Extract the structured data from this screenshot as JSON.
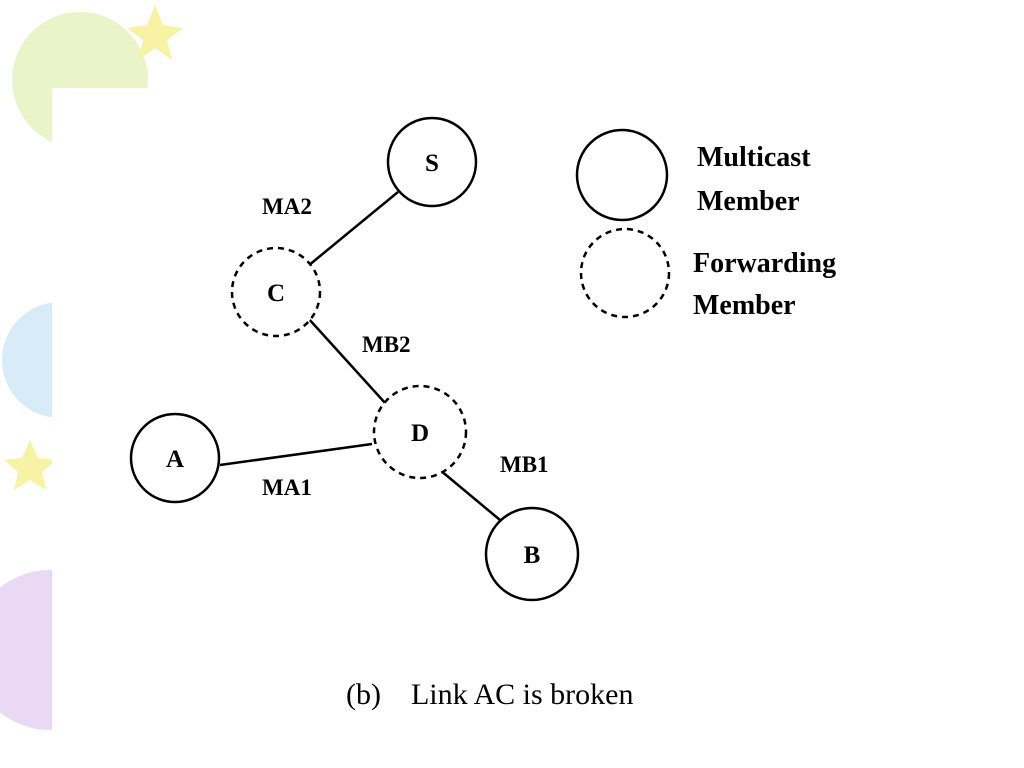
{
  "background": {
    "decoration": "pastel-balloons-and-stars",
    "colors": {
      "green": "#e9f5c8",
      "blue": "#d7ecf8",
      "purple": "#ead9f5",
      "yellow": "#f7f2a4"
    }
  },
  "diagram": {
    "line_color": "#000000",
    "nodes": {
      "S": {
        "label": "S",
        "kind": "multicast-member"
      },
      "C": {
        "label": "C",
        "kind": "forwarding-member"
      },
      "D": {
        "label": "D",
        "kind": "forwarding-member"
      },
      "A": {
        "label": "A",
        "kind": "multicast-member"
      },
      "B": {
        "label": "B",
        "kind": "multicast-member"
      }
    },
    "edges": {
      "S_C": {
        "label": "MA2"
      },
      "C_D": {
        "label": "MB2"
      },
      "A_D": {
        "label": "MA1"
      },
      "D_B": {
        "label": "MB1"
      }
    }
  },
  "legend": {
    "multicast_member": {
      "line1": "Multicast",
      "line2": "Member",
      "style": "solid"
    },
    "forwarding_member": {
      "line1": "Forwarding",
      "line2": "Member",
      "style": "dashed"
    }
  },
  "caption": {
    "tag": "(b)",
    "text": "Link AC is broken"
  }
}
